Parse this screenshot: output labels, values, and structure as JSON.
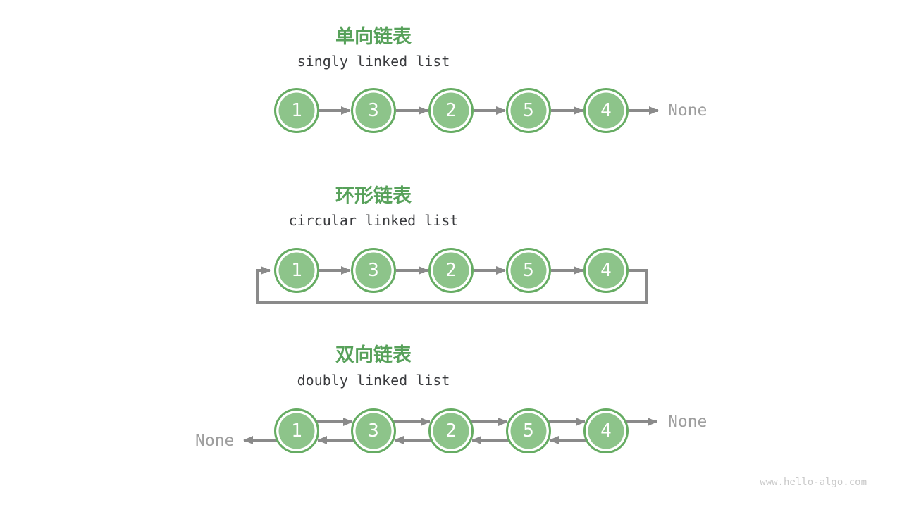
{
  "page": {
    "watermark": "www.hello-algo.com"
  },
  "colors": {
    "background": "#ffffff",
    "node_fill": "#8dc48a",
    "node_border": "#66ac63",
    "node_text": "#ffffff",
    "title_green": "#57a15a",
    "subtitle_dark": "#3a3b3e",
    "arrow_gray": "#8a8a8a",
    "none_gray": "#9e9e9e",
    "watermark_gray": "#c9c9c9"
  },
  "sections": [
    {
      "id": "singly",
      "title": "单向链表",
      "subtitle": "singly linked list",
      "node_values": [
        "1",
        "3",
        "2",
        "5",
        "4"
      ],
      "tail_label": "None"
    },
    {
      "id": "circular",
      "title": "环形链表",
      "subtitle": "circular linked list",
      "node_values": [
        "1",
        "3",
        "2",
        "5",
        "4"
      ]
    },
    {
      "id": "doubly",
      "title": "双向链表",
      "subtitle": "doubly linked list",
      "node_values": [
        "1",
        "3",
        "2",
        "5",
        "4"
      ],
      "head_label": "None",
      "tail_label": "None"
    }
  ]
}
